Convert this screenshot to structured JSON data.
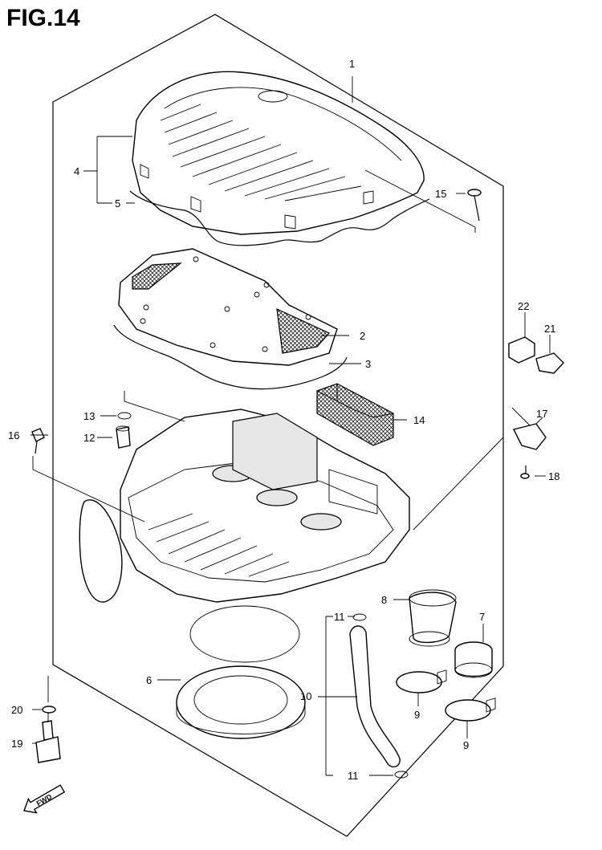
{
  "figure": {
    "title": "FIG.14"
  },
  "parts": [
    {
      "id": "p1",
      "number": "1"
    },
    {
      "id": "p2",
      "number": "2"
    },
    {
      "id": "p3",
      "number": "3"
    },
    {
      "id": "p4",
      "number": "4"
    },
    {
      "id": "p5",
      "number": "5"
    },
    {
      "id": "p6",
      "number": "6"
    },
    {
      "id": "p7",
      "number": "7"
    },
    {
      "id": "p8",
      "number": "8"
    },
    {
      "id": "p9a",
      "number": "9"
    },
    {
      "id": "p9b",
      "number": "9"
    },
    {
      "id": "p10",
      "number": "10"
    },
    {
      "id": "p11a",
      "number": "11"
    },
    {
      "id": "p11b",
      "number": "11"
    },
    {
      "id": "p12",
      "number": "12"
    },
    {
      "id": "p13",
      "number": "13"
    },
    {
      "id": "p14",
      "number": "14"
    },
    {
      "id": "p15",
      "number": "15"
    },
    {
      "id": "p16",
      "number": "16"
    },
    {
      "id": "p17",
      "number": "17"
    },
    {
      "id": "p18",
      "number": "18"
    },
    {
      "id": "p19",
      "number": "19"
    },
    {
      "id": "p20",
      "number": "20"
    },
    {
      "id": "p21",
      "number": "21"
    },
    {
      "id": "p22",
      "number": "22"
    }
  ],
  "direction_marker": {
    "text": "FWD"
  }
}
